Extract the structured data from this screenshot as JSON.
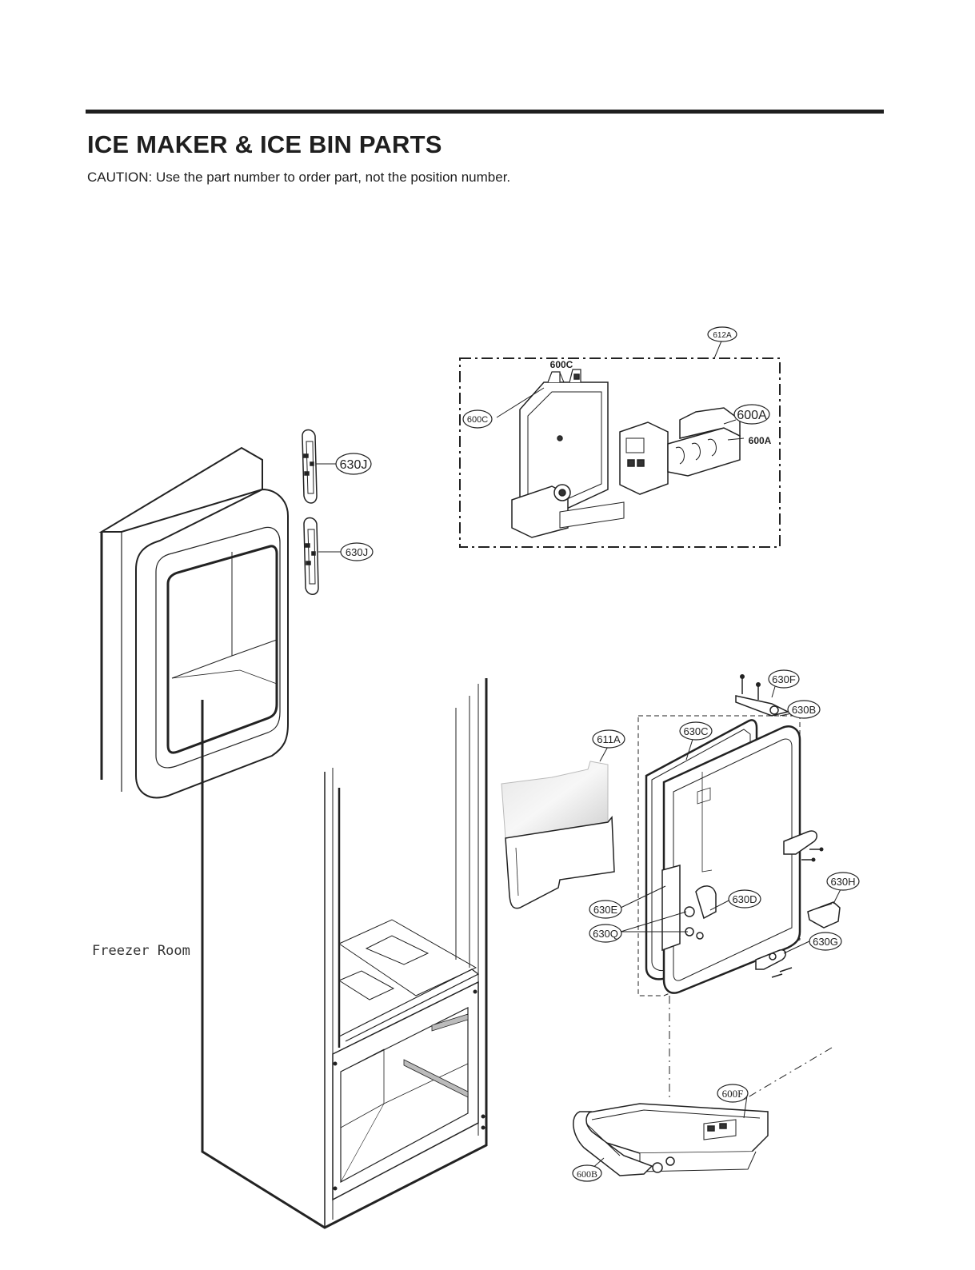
{
  "header": {
    "title": "ICE MAKER & ICE BIN PARTS",
    "caution": "CAUTION: Use the part number to order part, not the position number."
  },
  "diagram": {
    "area_label": "Freezer Room",
    "callouts": {
      "c612A": "612A",
      "c600C_bold": "600C",
      "c600C_circle": "600C",
      "c600A_circle": "600A",
      "c600A_bold": "600A",
      "c630J_top": "630J",
      "c630J_bottom": "630J",
      "c630F": "630F",
      "c630B": "630B",
      "c630C": "630C",
      "c611A": "611A",
      "c630H": "630H",
      "c630D": "630D",
      "c630E": "630E",
      "c630Q": "630Q",
      "c630G": "630G",
      "c600F": "600F",
      "c600B": "600B"
    }
  }
}
